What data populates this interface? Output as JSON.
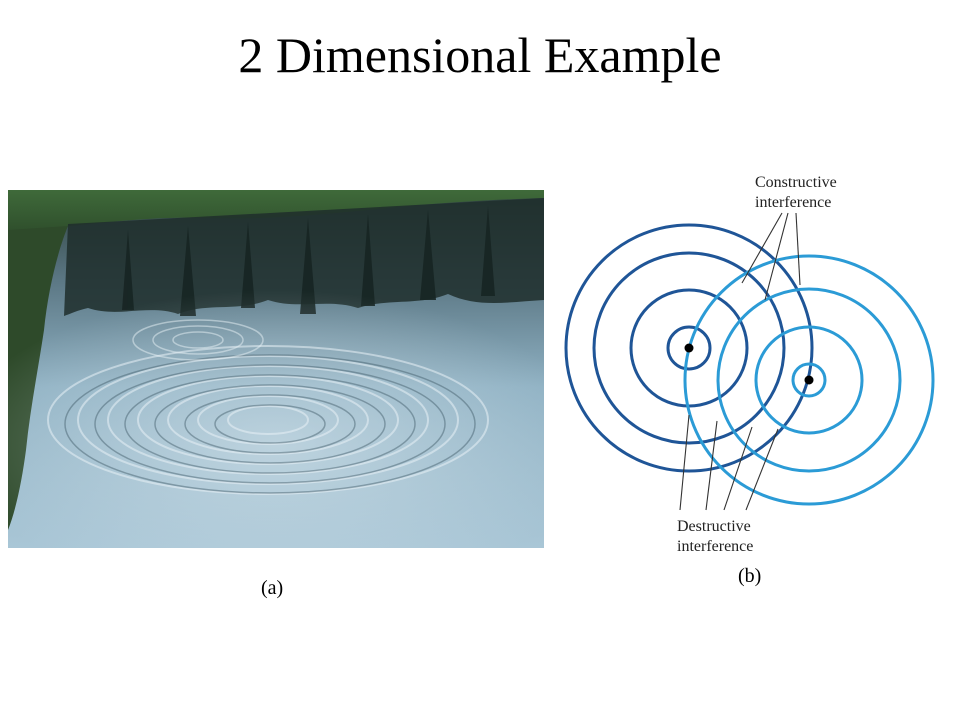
{
  "slide": {
    "title": "2 Dimensional Example"
  },
  "photo": {
    "icon": "pond-ripples-photo",
    "caption": "(a)"
  },
  "diagram": {
    "caption": "(b)",
    "constructive_label": [
      "Constructive",
      "interference"
    ],
    "destructive_label": [
      "Destructive",
      "interference"
    ],
    "colors": {
      "source_1_waves": "#1f5597",
      "source_2_waves": "#2b9bd6",
      "pointer_lines": "#333333",
      "source_dot": "#000000"
    }
  }
}
